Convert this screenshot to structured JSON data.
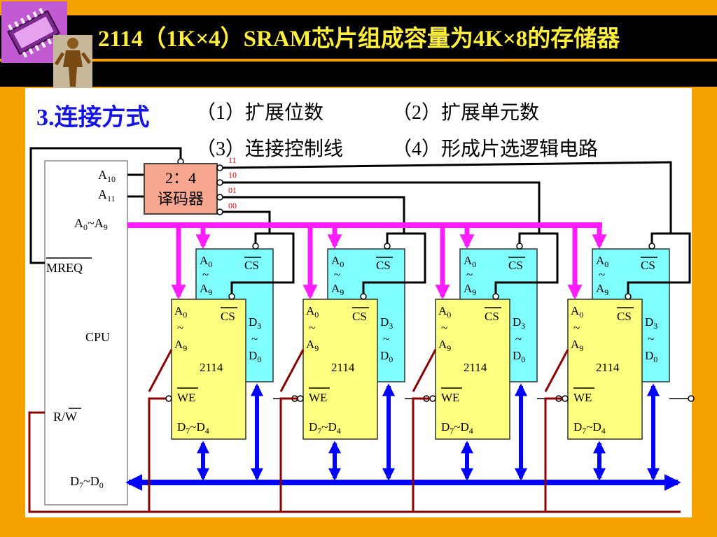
{
  "title": "2114（1K×4）SRAM芯片组成容量为4K×8的存储器",
  "section_heading": "3.连接方式",
  "steps": [
    "（1）扩展位数",
    "（2）扩展单元数",
    "（3）连接控制线",
    "（4）形成片选逻辑电路"
  ],
  "cpu": {
    "label": "CPU",
    "a10_pre": "A",
    "a10_sub": "10",
    "a11_pre": "A",
    "a11_sub": "11",
    "addr_pre": "A",
    "addr_sub1": "0",
    "addr_mid": "~A",
    "addr_sub2": "9",
    "mreq": "MREQ",
    "rw_pre": "R/",
    "rw_bar": "W",
    "data_pre": "D",
    "data_sub1": "7",
    "data_mid": "~D",
    "data_sub2": "0"
  },
  "decoder": {
    "line1": "2：4",
    "line2": "译码器",
    "outputs": [
      "11",
      "10",
      "01",
      "00"
    ]
  },
  "chip": {
    "name": "2114",
    "a_top": "A",
    "a_top_sub": "0",
    "tilde": "~",
    "a_bot": "A",
    "a_bot_sub": "9",
    "cs": "CS",
    "we": "WE",
    "d_top": "D",
    "d_top_sub": "3",
    "d_bot": "D",
    "d_bot_sub": "0",
    "bottom_pre": "D",
    "bottom_sub1": "7",
    "bottom_mid": "~D",
    "bottom_sub2": "4"
  },
  "colors": {
    "address_bus": "#ff1dff",
    "data_bus": "#0000ff",
    "rw_line": "#8b0000",
    "decoder_box": "#f6a68e",
    "chip_front": "#ffff7f",
    "chip_back": "#7fffff",
    "title_text": "#ffef3a",
    "heading_text": "#1414e6"
  }
}
